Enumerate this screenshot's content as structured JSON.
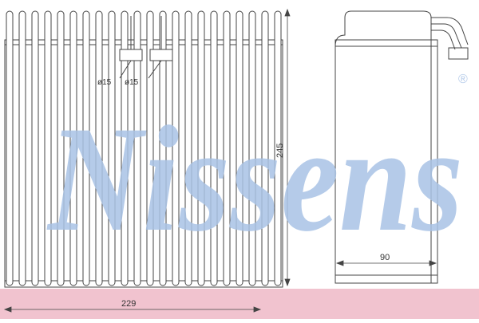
{
  "watermark": {
    "brand": "Nissens",
    "registered_mark": "®",
    "color": "#a9c3e6",
    "band_color": "#f1c3cf"
  },
  "front_view": {
    "width_label": "229",
    "height_label": "245",
    "pipe_a_label": "ø15",
    "pipe_b_label": "ø15"
  },
  "side_view": {
    "depth_label": "90"
  },
  "colors": {
    "line": "#444444",
    "text": "#333333"
  }
}
